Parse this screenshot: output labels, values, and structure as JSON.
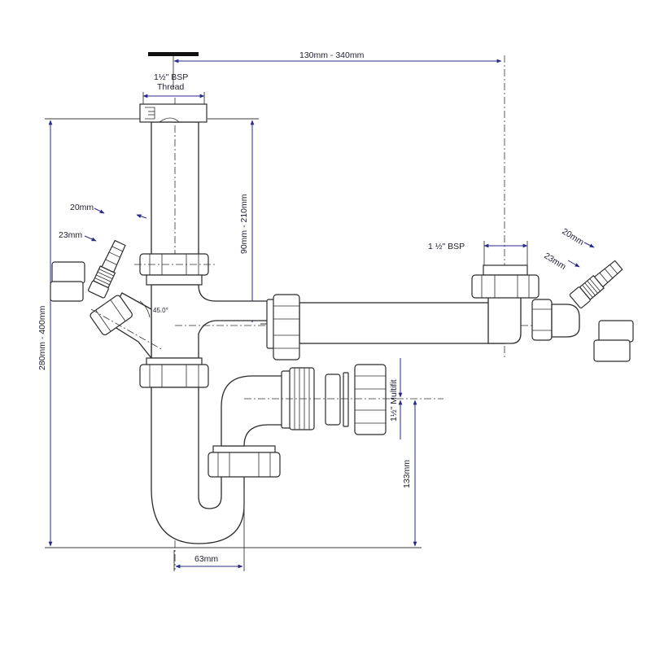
{
  "diagram": {
    "labels": {
      "width_range": "130mm - 340mm",
      "thread_line1": "1½\" BSP",
      "thread_line2": "Thread",
      "height_total": "280mm - 400mm",
      "height_inlet": "90mm - 210mm",
      "hose_20_left": "20mm",
      "hose_23_left": "23mm",
      "angle": "45.0°",
      "bsp_right": "1 ½\" BSP",
      "hose_20_right": "20mm",
      "hose_23_right": "23mm",
      "multifit": "1½\" Multifit",
      "outlet_height": "133mm",
      "trap_width": "63mm"
    },
    "colors": {
      "dimension_line": "#2a2a8a",
      "outline": "#2b2b2b"
    }
  }
}
